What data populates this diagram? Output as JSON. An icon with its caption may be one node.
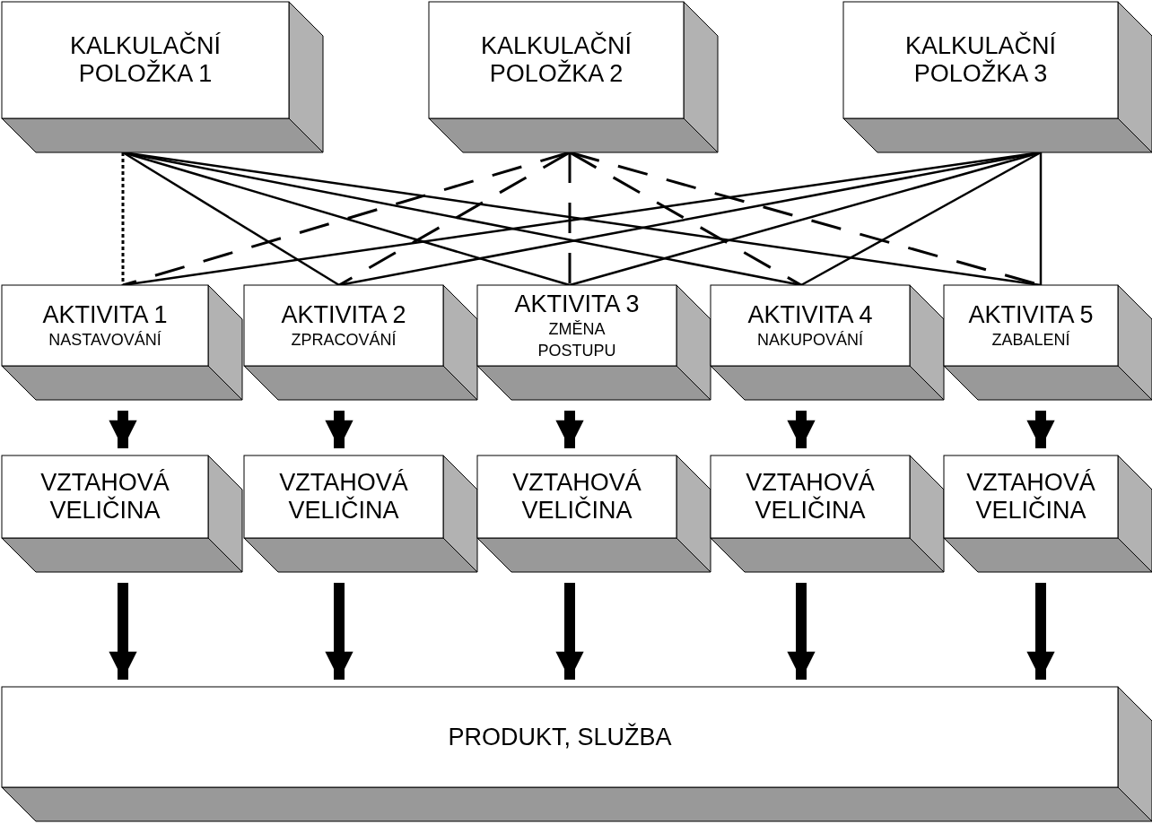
{
  "diagram": {
    "nodes": [
      {
        "text": [
          "KALKULAČNÍ POLOŽKA 1"
        ]
      },
      {
        "text": [
          "KALKULAČNÍ POLOŽKA 2"
        ]
      },
      {
        "text": [
          "KALKULAČNÍ POLOŽKA 3"
        ]
      },
      {
        "text": [
          "AKTIVITA 1",
          "NASTAVOVÁNÍ"
        ]
      },
      {
        "text": [
          "AKTIVITA 2",
          "ZPRACOVÁNÍ"
        ]
      },
      {
        "text": [
          "AKTIVITA 3",
          "ZMĚNA POSTUPU"
        ]
      },
      {
        "text": [
          "AKTIVITA 4",
          "NAKUPOVÁNÍ"
        ]
      },
      {
        "text": [
          "AKTIVITA 5",
          "ZABALENÍ"
        ]
      },
      {
        "text": [
          "VZTAHOVÁ VELIČINA"
        ]
      },
      {
        "text": [
          "VZTAHOVÁ VELIČINA"
        ]
      },
      {
        "text": [
          "VZTAHOVÁ VELIČINA"
        ]
      },
      {
        "text": [
          "VZTAHOVÁ VELIČINA"
        ]
      },
      {
        "text": [
          "VZTAHOVÁ VELIČINA"
        ]
      },
      {
        "text": [
          "PRODUKT, SLUŽBA"
        ]
      }
    ],
    "edges": [
      {
        "from": 0,
        "to": 3,
        "arrow": "none",
        "style": "dashed"
      },
      {
        "from": 0,
        "to": 4,
        "arrow": "none"
      },
      {
        "from": 0,
        "to": 5,
        "arrow": "none"
      },
      {
        "from": 0,
        "to": 6,
        "arrow": "none"
      },
      {
        "from": 0,
        "to": 7,
        "arrow": "none"
      },
      {
        "from": 1,
        "to": 3,
        "arrow": "none",
        "style": "dashed"
      },
      {
        "from": 1,
        "to": 4,
        "arrow": "none",
        "style": "dashed"
      },
      {
        "from": 1,
        "to": 5,
        "arrow": "none",
        "style": "dashed"
      },
      {
        "from": 1,
        "to": 6,
        "arrow": "none",
        "style": "dashed"
      },
      {
        "from": 1,
        "to": 7,
        "arrow": "none",
        "style": "dashed"
      },
      {
        "from": 2,
        "to": 3,
        "arrow": "none"
      },
      {
        "from": 2,
        "to": 4,
        "arrow": "none"
      },
      {
        "from": 2,
        "to": 5,
        "arrow": "none"
      },
      {
        "from": 2,
        "to": 6,
        "arrow": "none"
      },
      {
        "from": 2,
        "to": 7,
        "arrow": "none"
      },
      {
        "from": 3,
        "to": 8,
        "arrow": "to",
        "style": "thick"
      },
      {
        "from": 4,
        "to": 9,
        "arrow": "to",
        "style": "thick"
      },
      {
        "from": 5,
        "to": 10,
        "arrow": "to",
        "style": "thick"
      },
      {
        "from": 6,
        "to": 11,
        "arrow": "to",
        "style": "thick"
      },
      {
        "from": 7,
        "to": 12,
        "arrow": "to",
        "style": "thick"
      },
      {
        "from": 8,
        "to": 13,
        "arrow": "to",
        "style": "thick"
      },
      {
        "from": 9,
        "to": 13,
        "arrow": "to",
        "style": "thick"
      },
      {
        "from": 10,
        "to": 13,
        "arrow": "to",
        "style": "thick"
      },
      {
        "from": 11,
        "to": 13,
        "arrow": "to",
        "style": "thick"
      },
      {
        "from": 12,
        "to": 13,
        "arrow": "to",
        "style": "thick"
      }
    ]
  }
}
